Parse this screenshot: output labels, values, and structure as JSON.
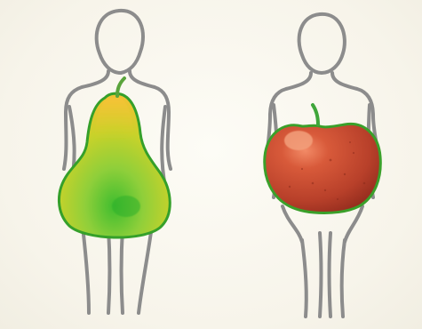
{
  "figures": [
    {
      "kind": "pear-shaped-body",
      "fruit": "pear",
      "colors": {
        "outline": "#8a8a8a",
        "fruit_top": "#f1c232",
        "fruit_mid": "#c8d22a",
        "fruit_bottom": "#4fbf2f",
        "fruit_edge": "#3aa02a",
        "stem": "#6aa84f"
      }
    },
    {
      "kind": "apple-shaped-body",
      "fruit": "apple",
      "colors": {
        "outline": "#8a8a8a",
        "fruit_main": "#c84a2c",
        "fruit_dark": "#9e2f1f",
        "fruit_highlight": "#f07a5a",
        "fruit_edge": "#3aa02a",
        "stem": "#4caf3a"
      }
    }
  ]
}
